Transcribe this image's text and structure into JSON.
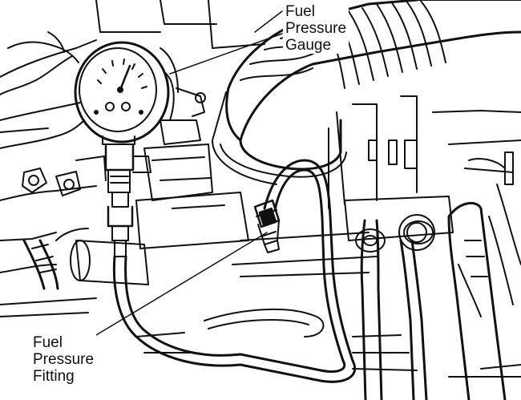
{
  "figure": {
    "ink_color": "#111111",
    "paper_color": "#ffffff",
    "callouts": {
      "gauge": [
        "Fuel",
        "Pressure",
        "Gauge"
      ],
      "fitting": [
        "Fuel",
        "Pressure",
        "Fitting"
      ]
    }
  }
}
